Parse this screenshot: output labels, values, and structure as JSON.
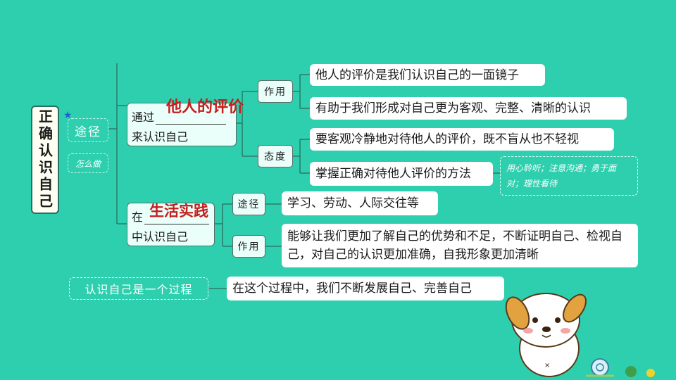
{
  "root": {
    "title": "正确认识自己",
    "star": "★"
  },
  "path_node": {
    "label": "途径",
    "sub": "怎么做"
  },
  "branch1": {
    "prefix": "通过",
    "keyword": "他人的评价",
    "suffix": "来认识自己",
    "role": {
      "label": "作用",
      "items": [
        "他人的评价是我们认识自己的一面镜子",
        "有助于我们形成对自己更为客观、完整、清晰的认识"
      ]
    },
    "attitude": {
      "label": "态度",
      "items": [
        "要客观冷静地对待他人的评价，既不盲从也不轻视",
        "掌握正确对待他人评价的方法"
      ],
      "tip": "用心聆听；注意沟通；勇于面对；理性看待"
    }
  },
  "branch2": {
    "prefix": "在",
    "keyword": "生活实践",
    "suffix": "中认识自己",
    "path": {
      "label": "途径",
      "item": "学习、劳动、人际交往等"
    },
    "role": {
      "label": "作用",
      "item": "能够让我们更加了解自己的优势和不足，不断证明自己、检视自己，对自己的认识更加准确，自我形象更加清晰"
    }
  },
  "process": {
    "label": "认识自己是一个过程",
    "item": "在这个过程中，我们不断发展自己、完善自己"
  },
  "colors": {
    "background": "#2ecfae",
    "keyword": "#c41e1e",
    "line": "#2b6e5f"
  }
}
